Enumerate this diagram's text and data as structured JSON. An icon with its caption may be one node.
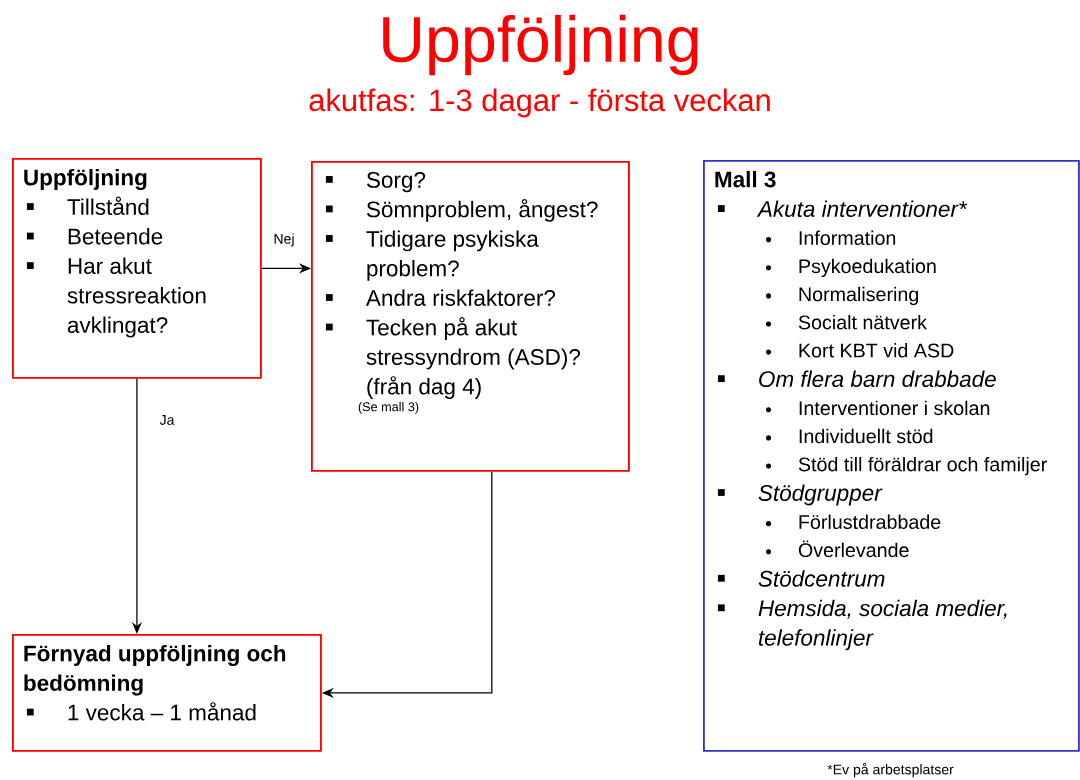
{
  "diagram": {
    "title": "Uppföljning",
    "nodes": [
      {
        "text": [
          "Uppföljning",
          "Tillstånd",
          "Beteende",
          "Har akut stressreaktion avklingat?"
        ]
      },
      {
        "text": [
          "Sorg?",
          "Sömnproblem, ångest?",
          "Tidigare psykiska problem?",
          "Andra riskfaktorer?",
          "Tecken på akut stressyndrom (ASD)? (från dag 4)",
          "(Se mall 3)"
        ]
      },
      {
        "text": [
          "Mall 3",
          "Akuta interventioner*",
          "Information",
          "Psykoedukation",
          "Normalisering",
          "Socialt nätverk",
          "Kort KBT vid ASD",
          "Om flera barn drabbade",
          "Interventioner i skolan",
          "Individuellt stöd",
          "Stöd till föräldrar och familjer",
          "Stödgrupper",
          "Förlustdrabbade",
          "Överlevande",
          "Stödcentrum",
          "Hemsida, sociala medier, telefonlinjer"
        ],
        "beside": [
          "*Ev på arbetsplatser"
        ]
      },
      {
        "text": [
          "Förnyad uppföljning och bedömning",
          "1 vecka – 1 månad"
        ]
      }
    ],
    "edges": [
      {
        "from": 0,
        "to": 1,
        "arrow": "to",
        "label": "Nej"
      },
      {
        "from": 0,
        "to": 3,
        "arrow": "to",
        "label": "Ja"
      },
      {
        "from": 1,
        "to": 3,
        "arrow": "to"
      }
    ],
    "labels": [
      "akutfas: 1-3 dagar - första veckan"
    ]
  }
}
